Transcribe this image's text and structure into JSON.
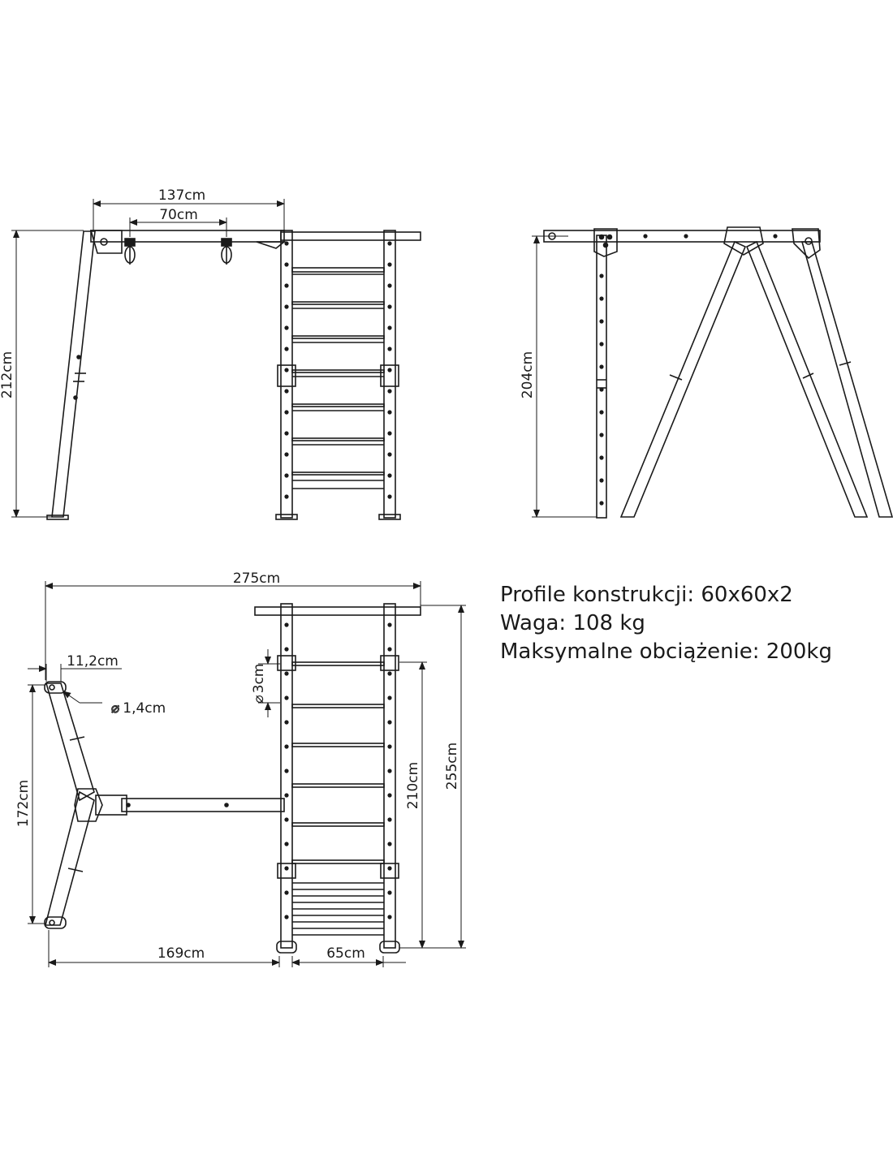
{
  "front_view": {
    "width_total": "137cm",
    "swing_spacing": "70cm",
    "height": "212cm"
  },
  "side_view": {
    "height": "204cm"
  },
  "top_view": {
    "length_total": "275cm",
    "tube_width": "11,2cm",
    "hole_diameter": "1,4cm",
    "rung_diameter": "3cm",
    "leg_spread": "172cm",
    "beam_length": "169cm",
    "ladder_width": "65cm",
    "ladder_length": "210cm",
    "overall_depth": "255cm"
  },
  "specs": {
    "profile": "Profile konstrukcji: 60x60x2",
    "weight": "Waga: 108 kg",
    "max_load": "Maksymalne obciążenie: 200kg"
  }
}
